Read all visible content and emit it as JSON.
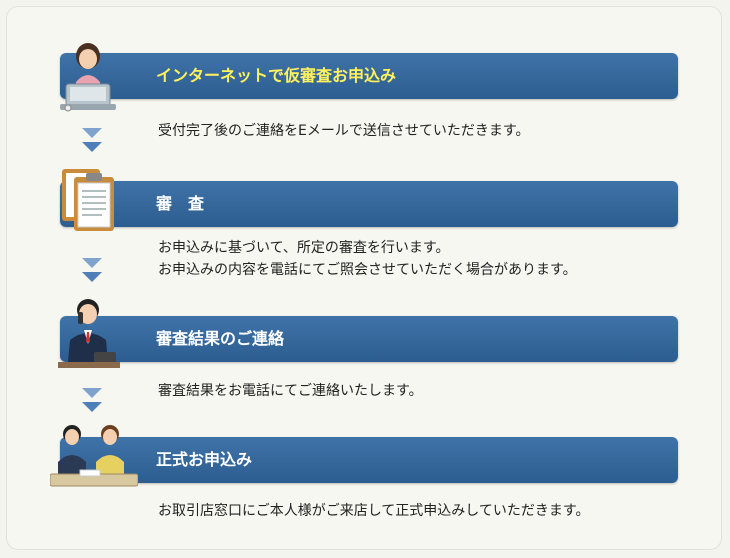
{
  "steps": [
    {
      "title": "インターネットで仮審査お申込み",
      "icon": "woman-at-computer-icon",
      "desc": [
        "受付完了後のご連絡をEメールで送信させていただきます。"
      ]
    },
    {
      "title": "審　査",
      "icon": "documents-clipboard-icon",
      "desc": [
        "お申込みに基づいて、所定の審査を行います。",
        "お申込みの内容を電話にてご照会させていただく場合があります。"
      ]
    },
    {
      "title": "審査結果のご連絡",
      "icon": "man-on-phone-icon",
      "desc": [
        "審査結果をお電話にてご連絡いたします。"
      ]
    },
    {
      "title": "正式お申込み",
      "icon": "meeting-at-desk-icon",
      "desc": [
        "お取引店窓口にご本人様がご来店して正式申込みしていただきます。"
      ]
    }
  ],
  "colors": {
    "bar": "#2d5d90",
    "title_highlight": "#fff25c",
    "arrow": "#4f7fb8"
  }
}
